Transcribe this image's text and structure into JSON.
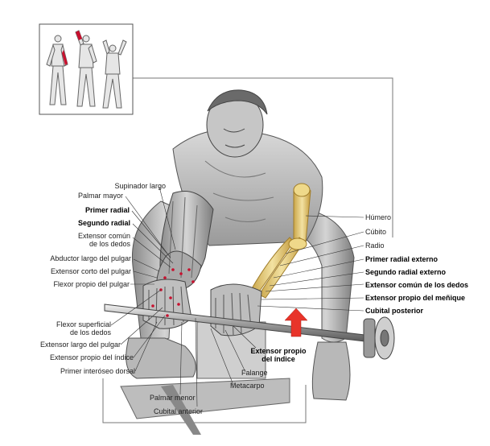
{
  "labels_left": [
    {
      "key": "supinador_largo",
      "text": "Supinador largo",
      "bold": false
    },
    {
      "key": "palmar_mayor",
      "text": "Palmar mayor",
      "bold": false
    },
    {
      "key": "primer_radial",
      "text": "Primer radial",
      "bold": true
    },
    {
      "key": "segundo_radial",
      "text": "Segundo radial",
      "bold": true
    },
    {
      "key": "extensor_comun_1",
      "text": "Extensor común",
      "bold": false
    },
    {
      "key": "extensor_comun_2",
      "text": "de los dedos",
      "bold": false
    },
    {
      "key": "abductor_largo",
      "text": "Abductor largo del pulgar",
      "bold": false
    },
    {
      "key": "extensor_corto",
      "text": "Extensor corto del pulgar",
      "bold": false
    },
    {
      "key": "flexor_propio",
      "text": "Flexor propio del pulgar",
      "bold": false
    },
    {
      "key": "flexor_superficial_1",
      "text": "Flexor superficial",
      "bold": false
    },
    {
      "key": "flexor_superficial_2",
      "text": "de los dedos",
      "bold": false
    },
    {
      "key": "extensor_largo",
      "text": "Extensor largo del pulgar",
      "bold": false
    },
    {
      "key": "extensor_propio_indice",
      "text": "Extensor propio del índice",
      "bold": false
    },
    {
      "key": "primer_interoseo",
      "text": "Primer interóseo dorsal",
      "bold": false
    }
  ],
  "labels_right": [
    {
      "key": "humero",
      "text": "Húmero",
      "bold": false
    },
    {
      "key": "cubito",
      "text": "Cúbito",
      "bold": false
    },
    {
      "key": "radio",
      "text": "Radio",
      "bold": false
    },
    {
      "key": "primer_radial_externo",
      "text": "Primer radial externo",
      "bold": true
    },
    {
      "key": "segundo_radial_externo",
      "text": "Segundo radial externo",
      "bold": true
    },
    {
      "key": "extensor_comun_dedos",
      "text": "Extensor común de los dedos",
      "bold": true
    },
    {
      "key": "extensor_propio_menique",
      "text": "Extensor propio del meñique",
      "bold": true
    },
    {
      "key": "cubital_posterior",
      "text": "Cubital posterior",
      "bold": true
    }
  ],
  "labels_bottom": [
    {
      "key": "extensor_propio_1",
      "text": "Extensor propio",
      "bold": true
    },
    {
      "key": "extensor_propio_2",
      "text": "del índice",
      "bold": true
    },
    {
      "key": "falange",
      "text": "Falange",
      "bold": false
    },
    {
      "key": "metacarpo",
      "text": "Metacarpo",
      "bold": false
    },
    {
      "key": "palmar_menor",
      "text": "Palmar menor",
      "bold": false
    },
    {
      "key": "cubital_anterior",
      "text": "Cubital anterior",
      "bold": false
    }
  ],
  "colors": {
    "muscle_highlight": "#c8102e",
    "bone": "#e8cf7a",
    "bone_outline": "#a07d2a",
    "arrow": "#e8342a",
    "line": "#333333",
    "frame": "#555555"
  }
}
